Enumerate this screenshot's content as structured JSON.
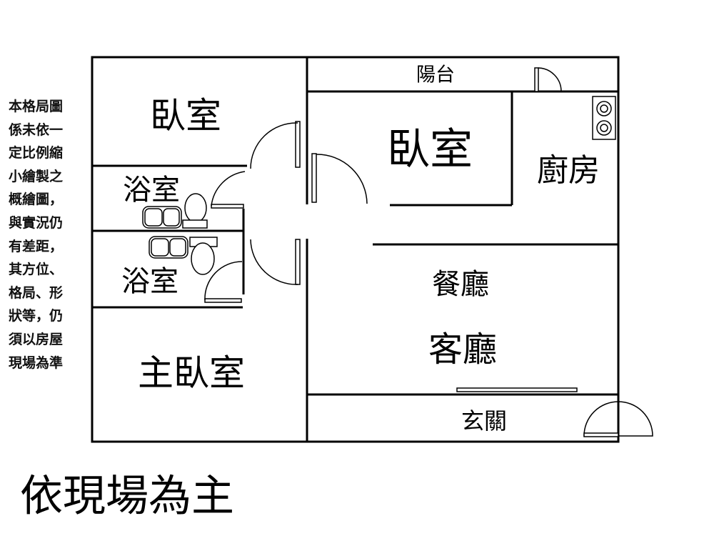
{
  "disclaimer": [
    "本格局圖",
    "係未依一",
    "定比例縮",
    "小繪製之",
    "概繪圖，",
    "與實況仍",
    "有差距，",
    "其方位、",
    "格局、形",
    "狀等，仍",
    "須以房屋",
    "現場為準"
  ],
  "rooms": {
    "bedroom_top_left": "臥室",
    "bathroom_1": "浴室",
    "bathroom_2": "浴室",
    "master_bedroom": "主臥室",
    "balcony": "陽台",
    "bedroom_center": "臥室",
    "kitchen": "廚房",
    "dining": "餐廳",
    "living": "客廳",
    "entrance": "玄關"
  },
  "footer": "依現場為主"
}
